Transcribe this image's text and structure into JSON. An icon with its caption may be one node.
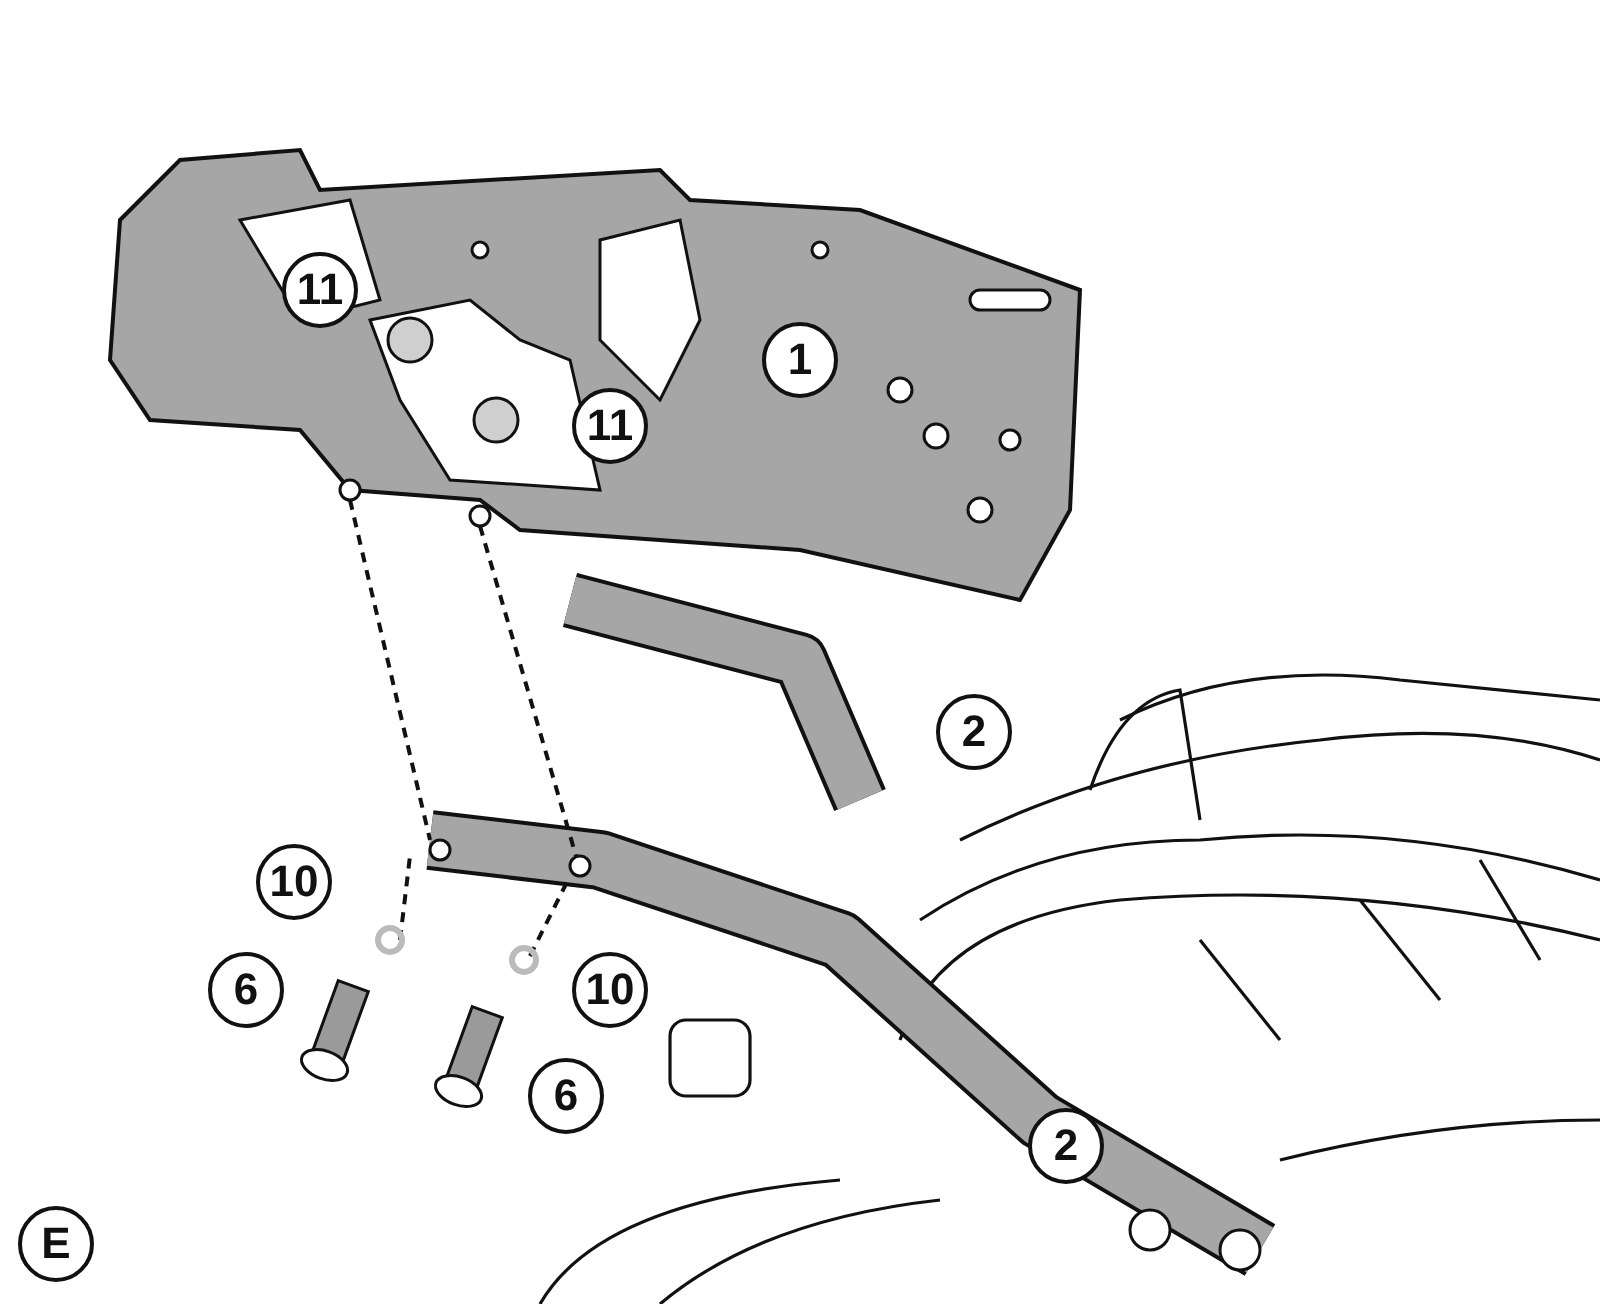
{
  "diagram": {
    "labels": [
      "11",
      "1",
      "11",
      "2",
      "10",
      "6",
      "10",
      "6",
      "2",
      "E"
    ]
  }
}
